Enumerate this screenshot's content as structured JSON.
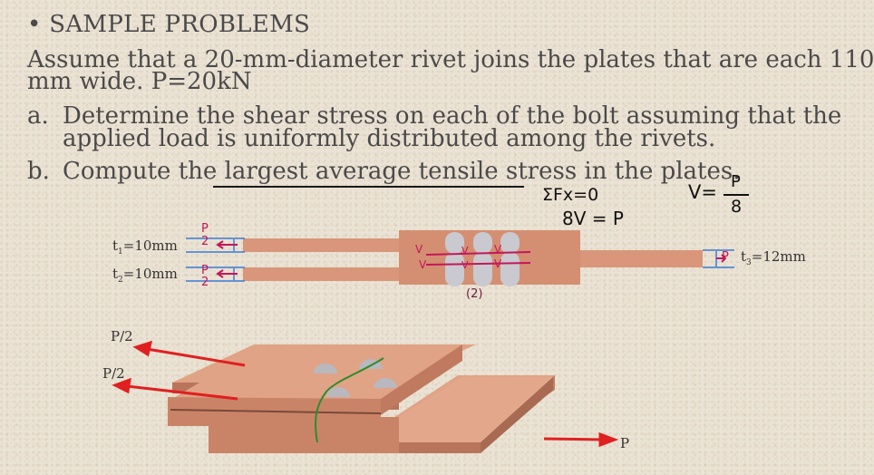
{
  "heading": {
    "bullet": "•",
    "title": "SAMPLE PROBLEMS"
  },
  "problem": {
    "line1": "Assume that a 20-mm-diameter rivet joins the plates that are each 110",
    "line2": "mm wide. P=20kN"
  },
  "parts": [
    {
      "marker": "a.",
      "line1": "Determine the shear stress on each of the bolt assuming that the",
      "line2": "applied load is uniformly distributed among the rivets."
    },
    {
      "marker": "b.",
      "line1": "Compute the largest average tensile stress in the plates."
    }
  ],
  "handwriting": {
    "sum_fx": "ΣFx=0",
    "shear_eq": "8V = P",
    "v_label": "V=",
    "p_num": "P",
    "p_den": "8",
    "half_p_num": "P",
    "half_p_den": "2",
    "v_arrows": [
      "V",
      "V",
      "V",
      "V",
      "V",
      "V"
    ],
    "count_note": "(2)",
    "p_small": "P"
  },
  "labels": {
    "t1": "t",
    "t1_sub": "1",
    "t1_val": "=10mm",
    "t2": "t",
    "t2_sub": "2",
    "t2_val": "=10mm",
    "t3": "t",
    "t3_sub": "3",
    "t3_val": "=12mm",
    "load_top": "P/2",
    "load_bottom": "P/2",
    "load_right": "P"
  },
  "colors": {
    "plate": "#d9967a",
    "plate_dark": "#b8755c",
    "rivet": "#c9c9cf",
    "load_arrow": "#e02020",
    "ink": "#c2185b",
    "ink_dark": "#6a1b3a",
    "crack": "#2e8b2e",
    "dim_arrow": "#3a7bd5"
  }
}
